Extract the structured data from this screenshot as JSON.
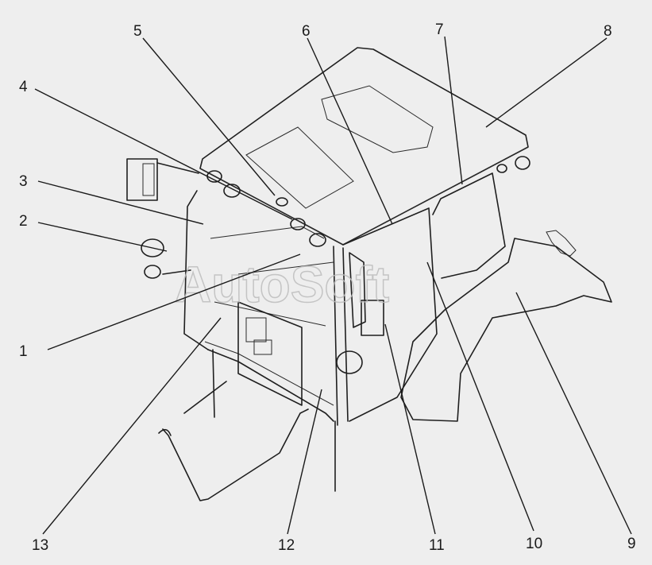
{
  "watermark": "AutoSoft",
  "callouts": [
    "1",
    "2",
    "3",
    "4",
    "5",
    "6",
    "7",
    "8",
    "9",
    "10",
    "11",
    "12",
    "13"
  ]
}
